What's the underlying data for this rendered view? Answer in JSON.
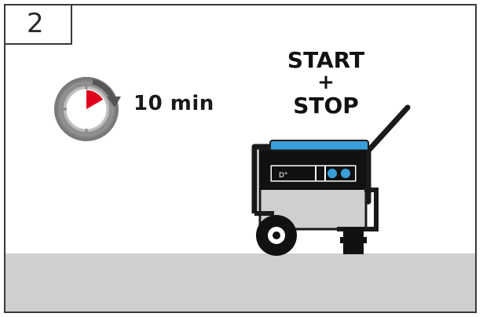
{
  "step": {
    "number": "2"
  },
  "timer": {
    "icon": "timer-cycle-icon",
    "duration_text": "10 min",
    "accent_color": "#e0001b"
  },
  "action": {
    "line1": "START",
    "line2": "+",
    "line3": "STOP"
  },
  "generator": {
    "icon": "portable-generator-icon",
    "tank_color": "#3a9fd8",
    "panel_indicator_color": "#3a9fd8",
    "panel_text": "D°"
  },
  "colors": {
    "frame": "#3a3a3a",
    "ground": "#cfcfcf"
  }
}
